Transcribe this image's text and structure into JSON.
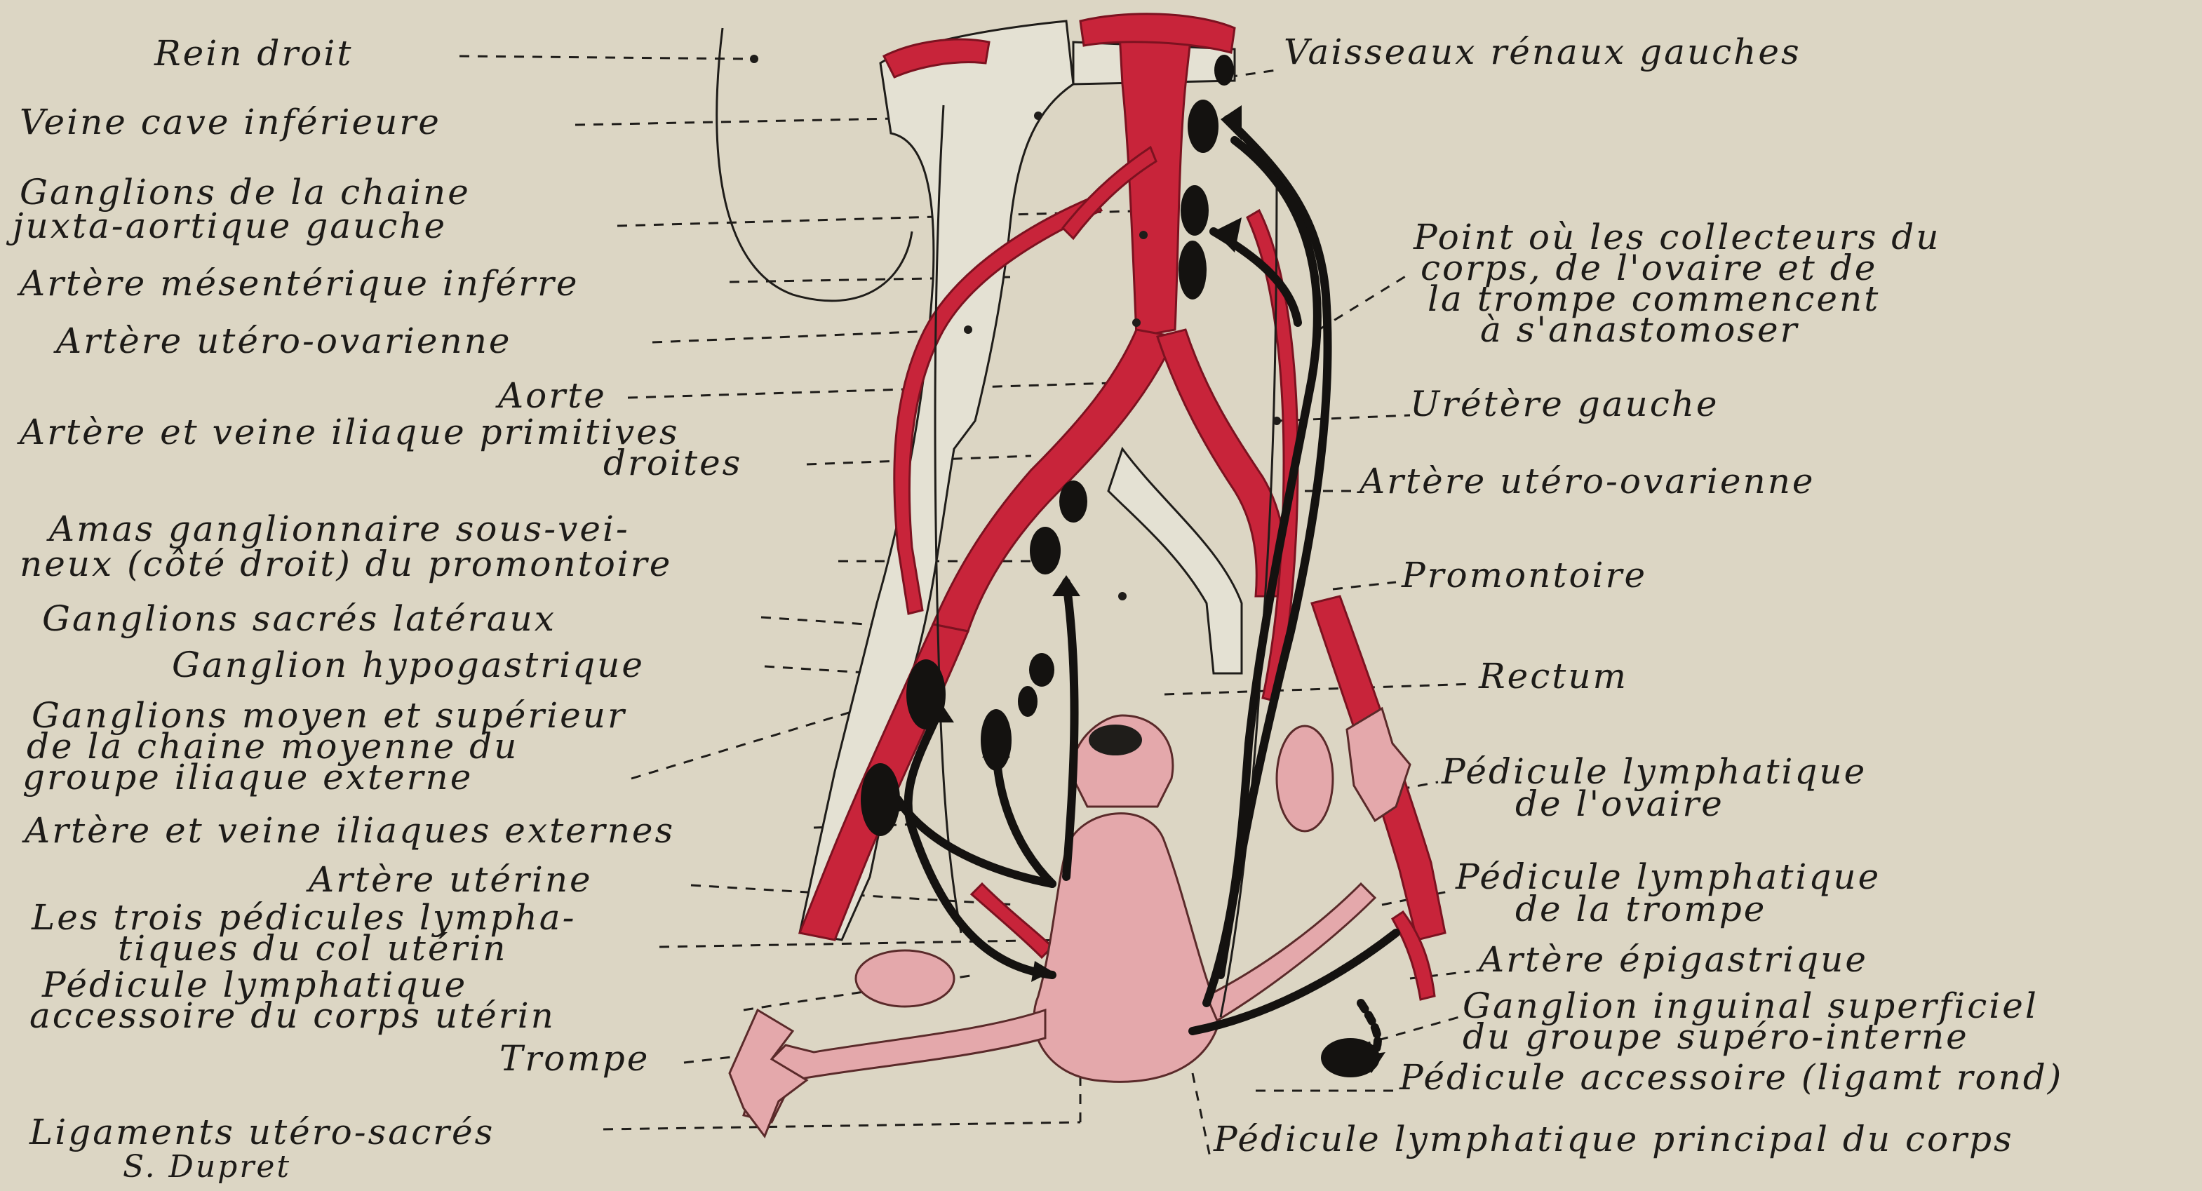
{
  "colors": {
    "background": "#dcd6c4",
    "artery": "#c8243a",
    "artery_dark": "#7c1220",
    "vein_fill": "#e4e1d3",
    "organ_pink": "#e4a8ab",
    "node_black": "#141210",
    "line": "#1f1d1a"
  },
  "labels_left": {
    "rein_droit": "Rein droit",
    "veine_cave": "Veine cave inférieure",
    "ganglions_juxta_1": "Ganglions de la chaine",
    "ganglions_juxta_2": "juxta-aortique gauche",
    "mesenterique": "Artère mésentérique inférre",
    "utero_ovarienne_droite": "Artère utéro-ovarienne",
    "aorte": "Aorte",
    "iliaque_prim_1": "Artère et veine iliaque primitives",
    "iliaque_prim_2": "droites",
    "amas_1": "Amas ganglionnaire sous-vei-",
    "amas_2": "neux (côté droit) du promontoire",
    "sacres": "Ganglions sacrés latéraux",
    "hypogastrique": "Ganglion hypogastrique",
    "moyen_1": "Ganglions moyen et supérieur",
    "moyen_2": "de la chaine moyenne du",
    "moyen_3": "groupe iliaque externe",
    "iliaques_ext": "Artère et veine iliaques externes",
    "uterine": "Artère utérine",
    "trois_1": "Les trois pédicules lympha-",
    "trois_2": "tiques du col utérin",
    "accessoire_1": "Pédicule lymphatique",
    "accessoire_2": "accessoire du corps utérin",
    "trompe": "Trompe",
    "ligaments": "Ligaments utéro-sacrés",
    "signature": "S. Dupret"
  },
  "labels_right": {
    "vaisseaux": "Vaisseaux rénaux gauches",
    "point_1": "Point où les collecteurs du",
    "point_2": "corps, de l'ovaire et de",
    "point_3": "la trompe commencent",
    "point_4": "à s'anastomoser",
    "uretere": "Urétère gauche",
    "utero_ovarienne_gauche": "Artère utéro-ovarienne",
    "promontoire": "Promontoire",
    "rectum": "Rectum",
    "ped_ovaire_1": "Pédicule lymphatique",
    "ped_ovaire_2": "de l'ovaire",
    "ped_trompe_1": "Pédicule lymphatique",
    "ped_trompe_2": "de la trompe",
    "epigastrique": "Artère épigastrique",
    "inguinal_1": "Ganglion inguinal superficiel",
    "inguinal_2": "du groupe supéro-interne",
    "ped_accessoire": "Pédicule accessoire (ligamt rond)",
    "ped_principal": "Pédicule lymphatique principal du corps"
  }
}
